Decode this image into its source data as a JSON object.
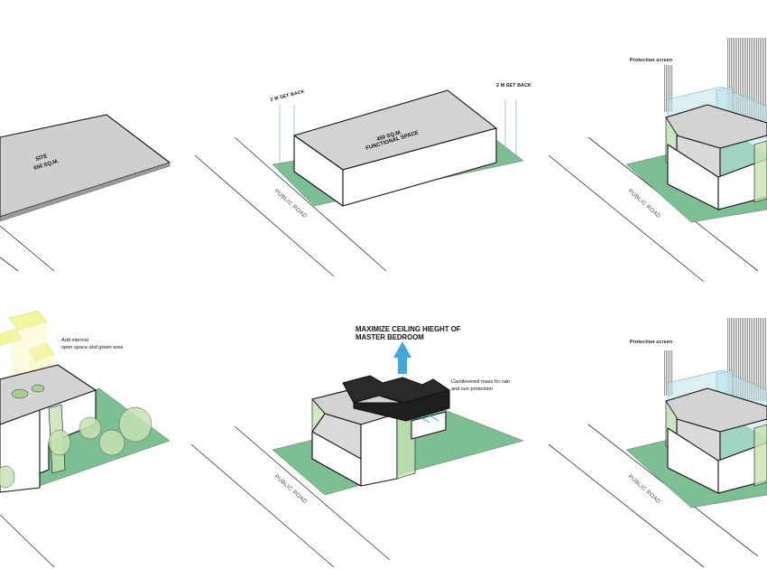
{
  "labels": {
    "site_name": "SITE",
    "site_area": "650 SQ.M.",
    "setback_left": "2 M SET BACK",
    "setback_right": "2 M SET BACK",
    "functional_area": "450 SQ.M.",
    "functional_name": "FUNCTIONAL SPACE",
    "public_road": "PUBLIC ROAD",
    "protection_screen": "Protection screen",
    "internal_line1": "Add internal",
    "internal_line2": "open space and green area",
    "maximize_line1": "MAXIMIZE CEILING HIEGHT OF",
    "maximize_line2": "MASTER BEDROOM",
    "cantilever_line1": "Cantilevered mass for rain",
    "cantilever_line2": "and sun protection"
  },
  "colors": {
    "ground_green": "#7cbf93",
    "site_gray": "#cfcfcf",
    "mass_gray": "#d3d3d3",
    "mass_white": "#ffffff",
    "screen_teal": "#bfe3ea",
    "green_glass": "#c7e2b3",
    "sun_yellow": "#f2f59a",
    "dark_mass": "#2a2a2a",
    "arrow_blue": "#3fa6de"
  }
}
